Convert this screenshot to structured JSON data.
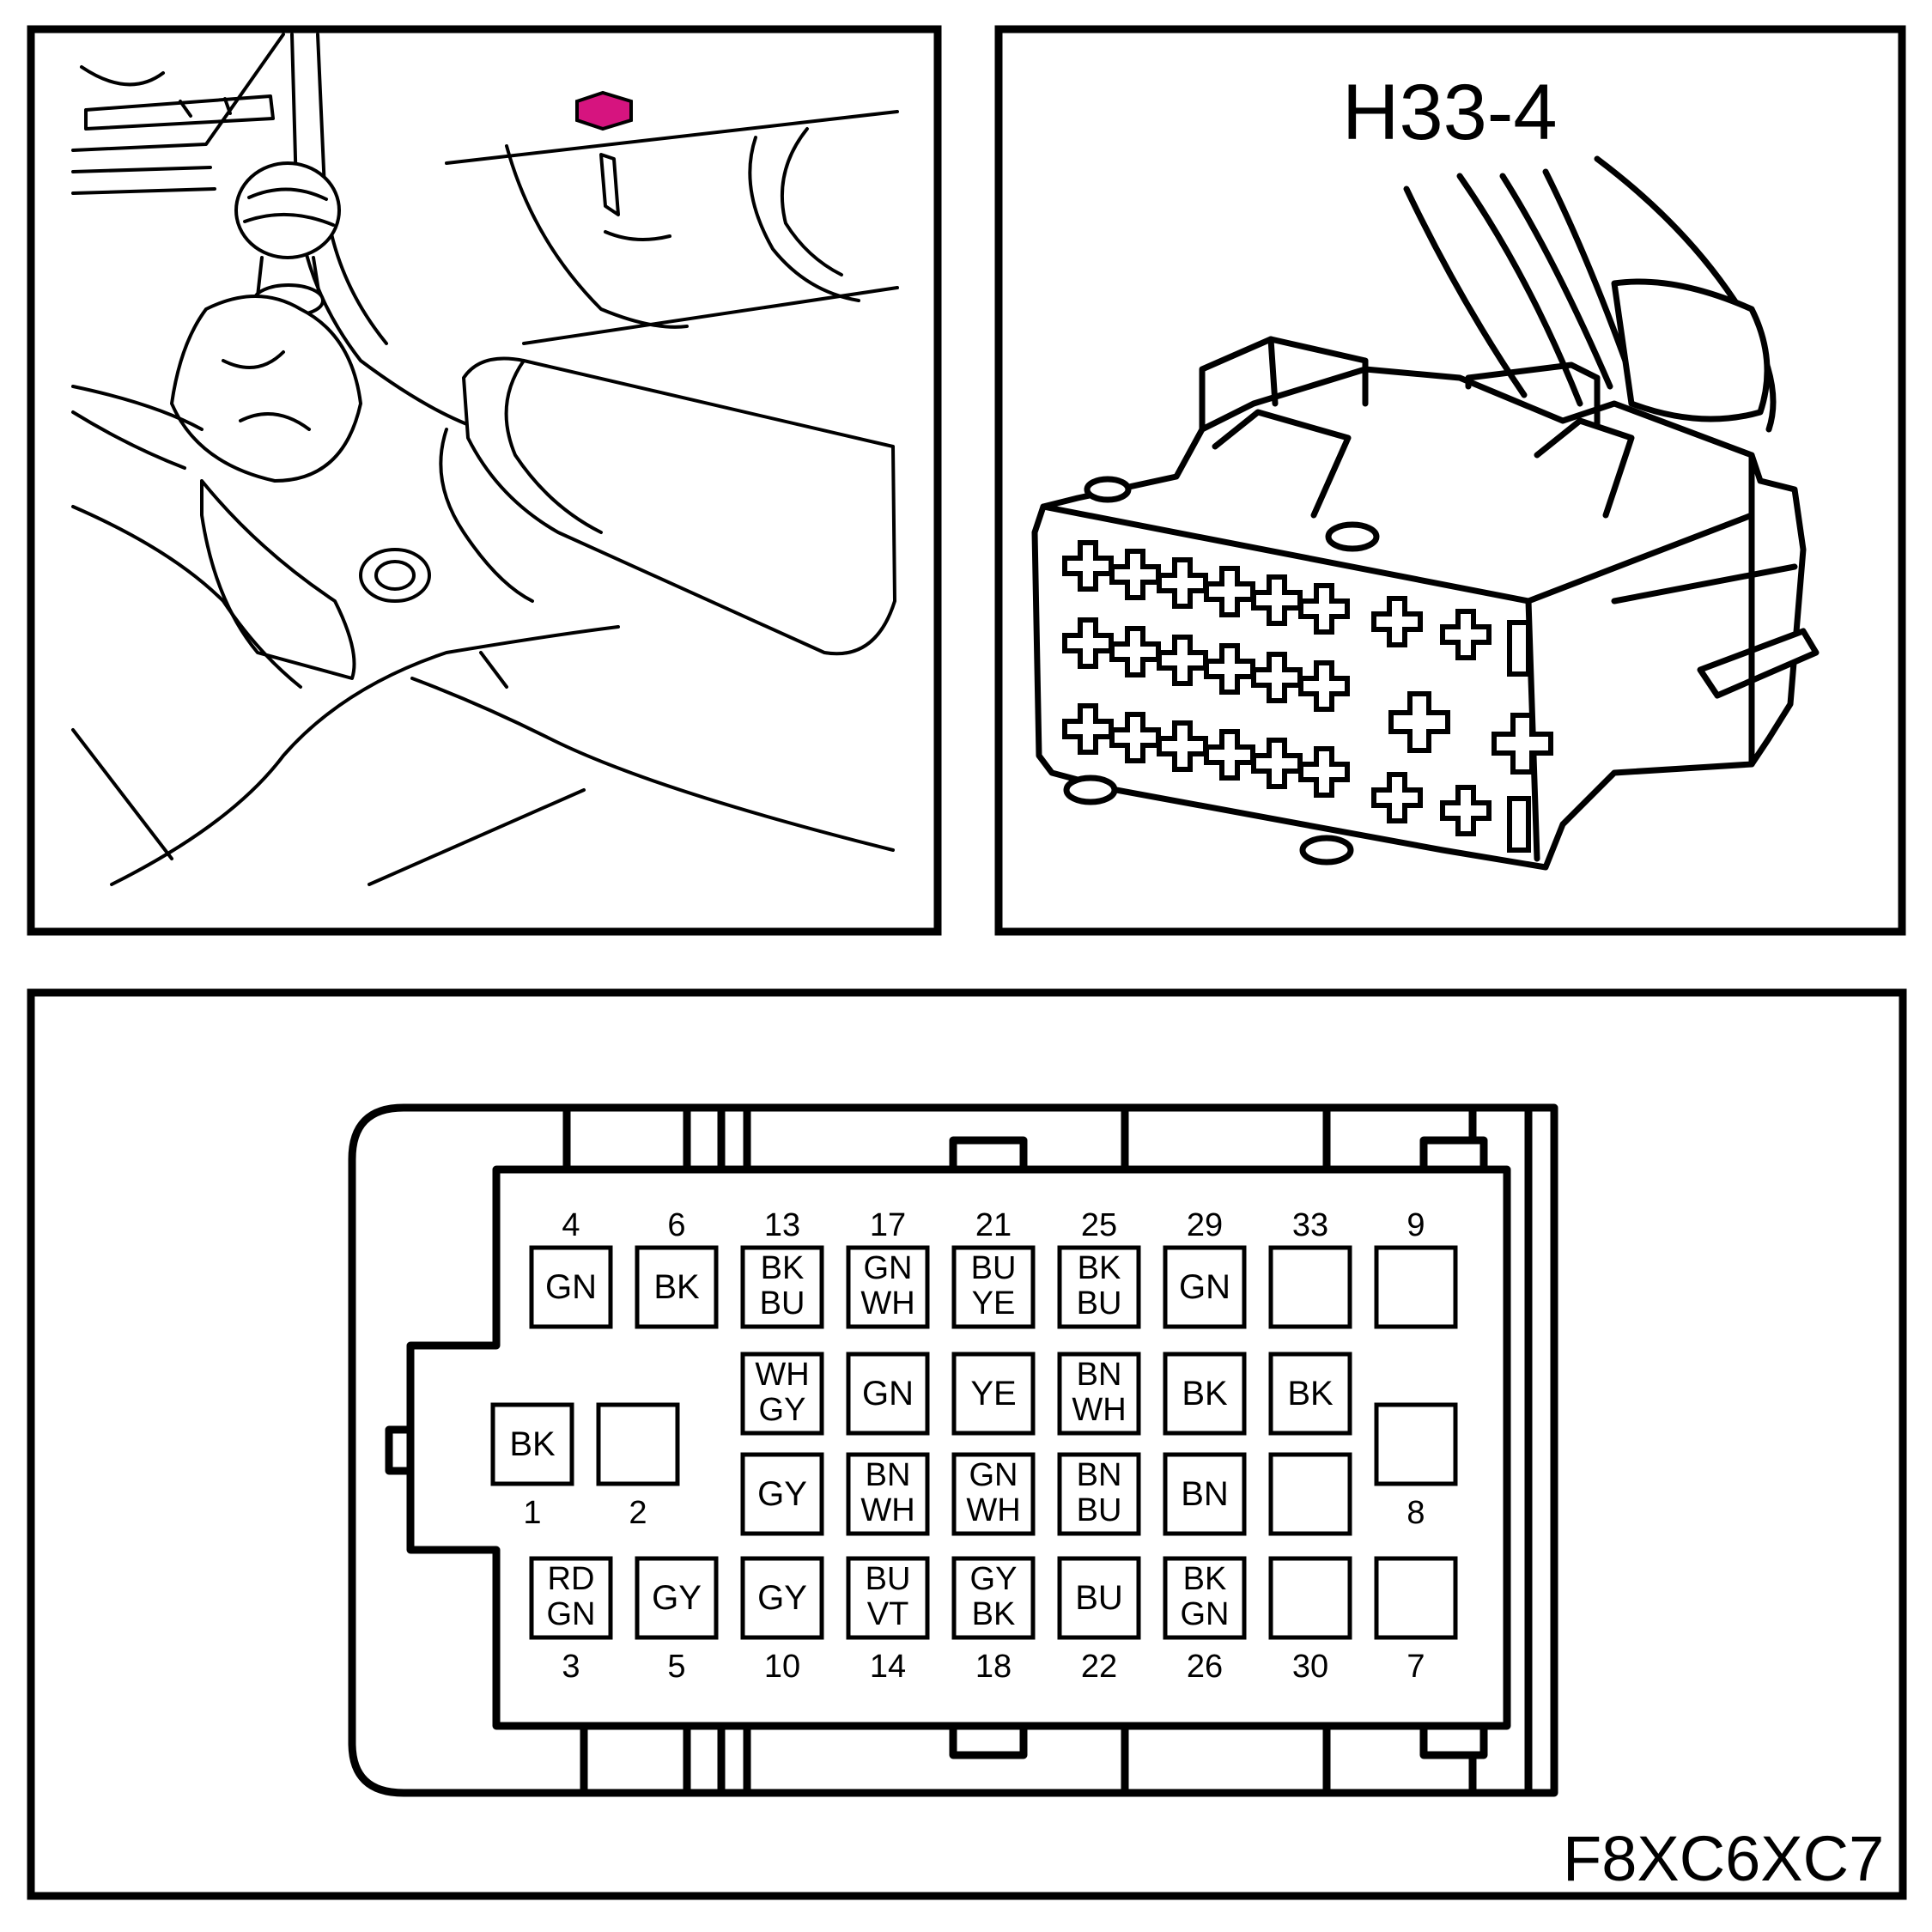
{
  "connector_label": "H33-4",
  "figure_code": "F8XC6XC7",
  "colors": {
    "line": "#000000",
    "background": "#ffffff",
    "highlight": "#d6147f"
  },
  "icons": [
    "vehicle-interior-illustration",
    "connector-3d-illustration",
    "connector-face-view"
  ],
  "pins": [
    {
      "n": "4",
      "c": [
        "GN"
      ]
    },
    {
      "n": "6",
      "c": [
        "BK"
      ]
    },
    {
      "n": "13",
      "c": [
        "BK",
        "BU"
      ]
    },
    {
      "n": "17",
      "c": [
        "GN",
        "WH"
      ]
    },
    {
      "n": "21",
      "c": [
        "BU",
        "YE"
      ]
    },
    {
      "n": "25",
      "c": [
        "BK",
        "BU"
      ]
    },
    {
      "n": "29",
      "c": [
        "GN"
      ]
    },
    {
      "n": "33",
      "c": []
    },
    {
      "n": "9",
      "c": []
    },
    {
      "n": "",
      "c": [
        "WH",
        "GY"
      ]
    },
    {
      "n": "",
      "c": [
        "GN"
      ]
    },
    {
      "n": "",
      "c": [
        "YE"
      ]
    },
    {
      "n": "",
      "c": [
        "BN",
        "WH"
      ]
    },
    {
      "n": "",
      "c": [
        "BK"
      ]
    },
    {
      "n": "",
      "c": [
        "BK"
      ]
    },
    {
      "n": "1",
      "c": [
        "BK"
      ]
    },
    {
      "n": "2",
      "c": []
    },
    {
      "n": "8",
      "c": []
    },
    {
      "n": "",
      "c": [
        "GY"
      ]
    },
    {
      "n": "",
      "c": [
        "BN",
        "WH"
      ]
    },
    {
      "n": "",
      "c": [
        "GN",
        "WH"
      ]
    },
    {
      "n": "",
      "c": [
        "BN",
        "BU"
      ]
    },
    {
      "n": "",
      "c": [
        "BN"
      ]
    },
    {
      "n": "",
      "c": []
    },
    {
      "n": "3",
      "c": [
        "RD",
        "GN"
      ]
    },
    {
      "n": "5",
      "c": [
        "GY"
      ]
    },
    {
      "n": "10",
      "c": [
        "GY"
      ]
    },
    {
      "n": "14",
      "c": [
        "BU",
        "VT"
      ]
    },
    {
      "n": "18",
      "c": [
        "GY",
        "BK"
      ]
    },
    {
      "n": "22",
      "c": [
        "BU"
      ]
    },
    {
      "n": "26",
      "c": [
        "BK",
        "GN"
      ]
    },
    {
      "n": "30",
      "c": []
    },
    {
      "n": "7",
      "c": []
    }
  ]
}
